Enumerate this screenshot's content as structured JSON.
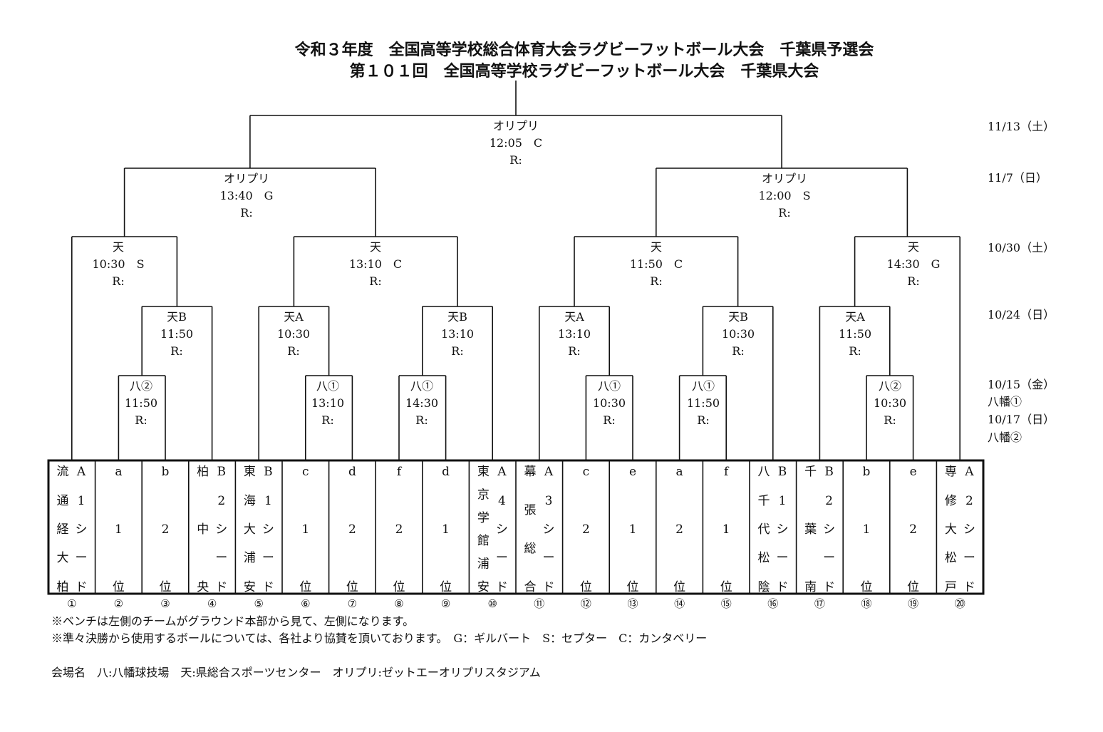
{
  "titles": [
    "令和３年度　全国高等学校総合体育大会ラグビーフットボール大会　千葉県予選会",
    "第１０１回　全国高等学校ラグビーフットボール大会　千葉県大会"
  ],
  "dates": [
    "11/13（土）",
    "11/7（日）",
    "10/30（土）",
    "10/24（日）",
    "10/15（金）",
    "八幡①",
    "10/17（日）",
    "八幡②"
  ],
  "slots": [
    {
      "top": "流",
      "bottom": "通経大柏",
      "side": "A1シード"
    },
    {
      "top": "a",
      "bottom": "1位"
    },
    {
      "top": "b",
      "bottom": "2位"
    },
    {
      "top": "柏",
      "bottom": "中央",
      "side": "B2シード"
    },
    {
      "top": "東",
      "bottom": "海大浦安",
      "side": "B1シード"
    },
    {
      "top": "c",
      "bottom": "1位"
    },
    {
      "top": "d",
      "bottom": "2位"
    },
    {
      "top": "f",
      "bottom": "2位"
    },
    {
      "top": "d",
      "bottom": "1位"
    },
    {
      "top": "東",
      "bottom": "京学館浦安",
      "side": "A4シード"
    },
    {
      "top": "幕",
      "bottom": "張総合",
      "side": "A3シード"
    },
    {
      "top": "c",
      "bottom": "2位"
    },
    {
      "top": "e",
      "bottom": "1位"
    },
    {
      "top": "a",
      "bottom": "2位"
    },
    {
      "top": "f",
      "bottom": "1位"
    },
    {
      "top": "八",
      "bottom": "千代松陰",
      "side": "B1シード"
    },
    {
      "top": "千",
      "bottom": "葉南",
      "side": "B2シード"
    },
    {
      "top": "b",
      "bottom": "1位"
    },
    {
      "top": "e",
      "bottom": "2位"
    },
    {
      "top": "専",
      "bottom": "修大松戸",
      "side": "A2シード"
    }
  ],
  "slot_numbers": [
    "①",
    "②",
    "③",
    "④",
    "⑤",
    "⑥",
    "⑦",
    "⑧",
    "⑨",
    "⑩",
    "⑪",
    "⑫",
    "⑬",
    "⑭",
    "⑮",
    "⑯",
    "⑰",
    "⑱",
    "⑲",
    "⑳"
  ],
  "matches": [
    {
      "venue": "八②",
      "time": "11:50",
      "ref": "R:"
    },
    {
      "venue": "八①",
      "time": "13:10",
      "ref": "R:"
    },
    {
      "venue": "八①",
      "time": "14:30",
      "ref": "R:"
    },
    {
      "venue": "八①",
      "time": "10:30",
      "ref": "R:"
    },
    {
      "venue": "八①",
      "time": "11:50",
      "ref": "R:"
    },
    {
      "venue": "八②",
      "time": "10:30",
      "ref": "R:"
    },
    {
      "venue": "天B",
      "time": "11:50",
      "ref": "R:"
    },
    {
      "venue": "天A",
      "time": "10:30",
      "ref": "R:"
    },
    {
      "venue": "天B",
      "time": "13:10",
      "ref": "R:"
    },
    {
      "venue": "天A",
      "time": "13:10",
      "ref": "R:"
    },
    {
      "venue": "天B",
      "time": "10:30",
      "ref": "R:"
    },
    {
      "venue": "天A",
      "time": "11:50",
      "ref": "R:"
    },
    {
      "venue": "天",
      "time": "10:30　S",
      "ref": "R:"
    },
    {
      "venue": "天",
      "time": "13:10　C",
      "ref": "R:"
    },
    {
      "venue": "天",
      "time": "11:50　C",
      "ref": "R:"
    },
    {
      "venue": "天",
      "time": "14:30　G",
      "ref": "R:"
    },
    {
      "venue": "オリプリ",
      "time": "13:40　G",
      "ref": "R:"
    },
    {
      "venue": "オリプリ",
      "time": "12:00　S",
      "ref": "R:"
    },
    {
      "venue": "オリプリ",
      "time": "12:05　C",
      "ref": "R:"
    }
  ],
  "notes": [
    "※ベンチは左側のチームがグラウンド本部から見て、左側になります。",
    "※準々決勝から使用するボールについては、各社より協賛を頂いております。　G：ギルバート　S：セプター　C：カンタベリー",
    "会場名　八:八幡球技場　天:県総合スポーツセンター　オリプリ:ゼットエーオリプリスタジアム"
  ]
}
